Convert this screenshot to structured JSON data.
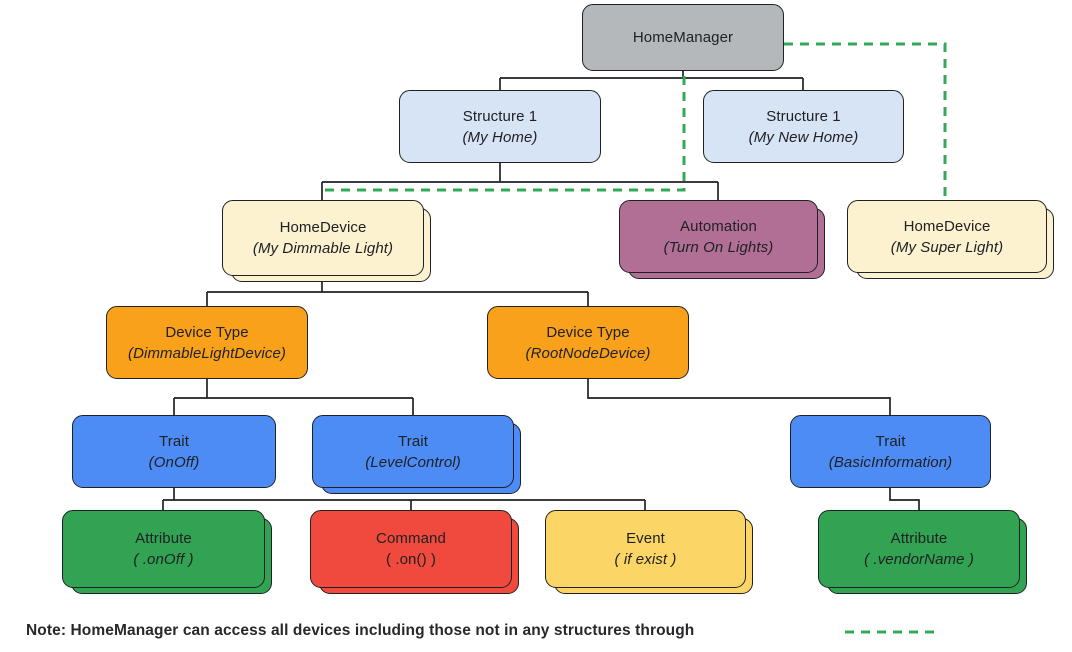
{
  "palette": {
    "gray": "#b5b8bb",
    "light_blue": "#d6e4f5",
    "cream": "#fcf2d0",
    "mauve": "#b26f95",
    "orange": "#f9a11b",
    "blue": "#4d8cf5",
    "green": "#32a352",
    "red": "#ef4a3d",
    "yellow": "#fbd666",
    "dash_green": "#34a853",
    "line_black": "#202124"
  },
  "nodes": {
    "home_manager": {
      "title": "HomeManager",
      "subtitle": "",
      "stacked": false
    },
    "structure_1": {
      "title": "Structure 1",
      "subtitle": "(My Home)",
      "stacked": false
    },
    "structure_2": {
      "title": "Structure 1",
      "subtitle": "(My New Home)",
      "stacked": false
    },
    "home_device_1": {
      "title": "HomeDevice",
      "subtitle": "(My Dimmable Light)",
      "stacked": true
    },
    "automation": {
      "title": "Automation",
      "subtitle": "(Turn On Lights)",
      "stacked": true
    },
    "home_device_2": {
      "title": "HomeDevice",
      "subtitle": "(My Super Light)",
      "stacked": true
    },
    "device_type_1": {
      "title": "Device Type",
      "subtitle": "(DimmableLightDevice)",
      "stacked": false
    },
    "device_type_2": {
      "title": "Device Type",
      "subtitle": "(RootNodeDevice)",
      "stacked": false
    },
    "trait_onoff": {
      "title": "Trait",
      "subtitle": "(OnOff)",
      "stacked": false
    },
    "trait_levelcontrol": {
      "title": "Trait",
      "subtitle": "(LevelControl)",
      "stacked": true
    },
    "trait_basicinfo": {
      "title": "Trait",
      "subtitle": "(BasicInformation)",
      "stacked": false
    },
    "attribute_onoff": {
      "title": "Attribute",
      "subtitle": "( .onOff )",
      "stacked": true
    },
    "command_on": {
      "title": "Command",
      "subtitle": "( .on() )",
      "stacked": true
    },
    "event_ifexist": {
      "title": "Event",
      "subtitle": "( if exist )",
      "stacked": true
    },
    "attribute_vendorname": {
      "title": "Attribute",
      "subtitle": "( .vendorName )",
      "stacked": true
    }
  },
  "edges": {
    "solid": [
      {
        "from": "home_manager",
        "to": [
          "structure_1",
          "structure_2"
        ]
      },
      {
        "from": "structure_1",
        "to": [
          "home_device_1",
          "automation"
        ]
      },
      {
        "from": "home_device_1",
        "to": [
          "device_type_1",
          "device_type_2"
        ]
      },
      {
        "from": "device_type_1",
        "to": [
          "trait_onoff",
          "trait_levelcontrol"
        ]
      },
      {
        "from": "device_type_2",
        "to": [
          "trait_basicinfo"
        ]
      },
      {
        "from": "trait_onoff",
        "to": [
          "attribute_onoff",
          "command_on",
          "event_ifexist"
        ]
      },
      {
        "from": "trait_basicinfo",
        "to": [
          "attribute_vendorname"
        ]
      }
    ],
    "dashed": [
      {
        "from": "home_manager",
        "to": "home_device_1"
      },
      {
        "from": "home_manager",
        "to": "home_device_2"
      }
    ]
  },
  "note": {
    "text": "Note: HomeManager can access all devices including those not in any structures through"
  }
}
